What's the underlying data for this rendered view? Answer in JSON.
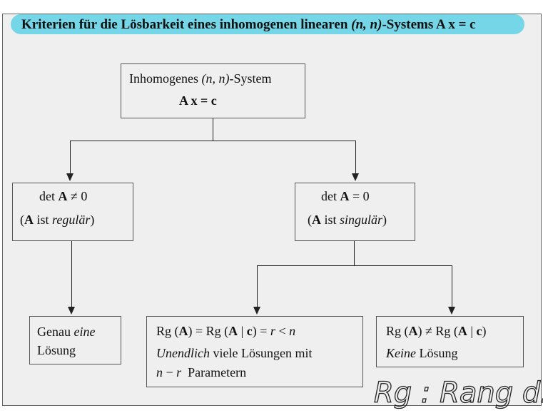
{
  "banner": {
    "title_prefix": "Kriterien für die Lösbarkeit eines inhomogenen linearen ",
    "title_nn": "(n, n)",
    "title_mid": "-Systems ",
    "title_eq": "A x = c"
  },
  "top_box": {
    "line1_a": "Inhomogenes ",
    "line1_nn": "(n, n)",
    "line1_b": "-System",
    "line2": "A x = c"
  },
  "left_box": {
    "line1_a": "det ",
    "line1_A": "A",
    "line1_b": " ≠ 0",
    "line2_open": "(",
    "line2_A": "A",
    "line2_mid": " ist ",
    "line2_it": "regulär",
    "line2_close": ")"
  },
  "right_box": {
    "line1_a": "det ",
    "line1_A": "A",
    "line1_b": " = 0",
    "line2_open": "(",
    "line2_A": "A",
    "line2_mid": " ist ",
    "line2_it": "singulär",
    "line2_close": ")"
  },
  "leaf_one": {
    "line1_a": "Genau ",
    "line1_it": "eine",
    "line2": "Lösung"
  },
  "leaf_inf": {
    "line1_a": "Rg (",
    "line1_A1": "A",
    "line1_b": ") = Rg (",
    "line1_A2": "A",
    "line1_c": " | ",
    "line1_c2": "c",
    "line1_d": ") = ",
    "line1_r": "r",
    "line1_e": " < ",
    "line1_n": "n",
    "line2_it": "Unendlich",
    "line2_rest": " viele Lösungen mit",
    "line3_n": "n",
    "line3_mid": " − ",
    "line3_r": "r",
    "line3_rest": "  Parametern"
  },
  "leaf_none": {
    "line1_a": "Rg (",
    "line1_A1": "A",
    "line1_b": ") ≠ Rg (",
    "line1_A2": "A",
    "line1_c": " | ",
    "line1_c2": "c",
    "line1_d": ")",
    "line2_it": "Keine",
    "line2_rest": " Lösung"
  },
  "handwritten_note": "Rg : Rang d. M"
}
